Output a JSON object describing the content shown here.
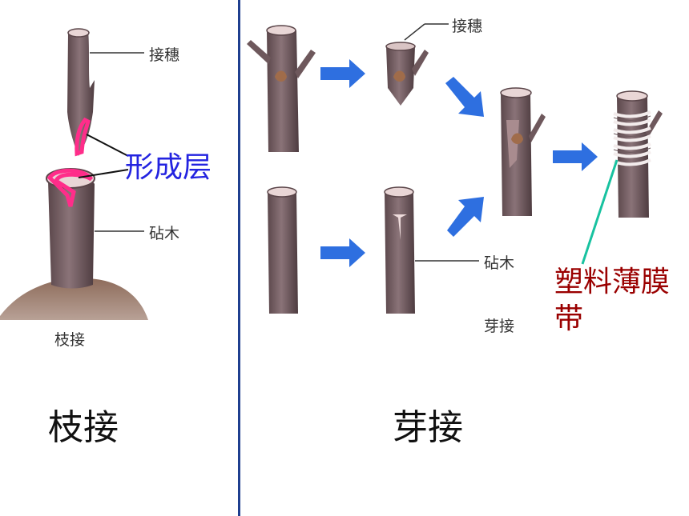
{
  "left_panel": {
    "scion_label": "接穗",
    "cambium_label": "形成层",
    "rootstock_label": "砧木",
    "caption_small": "枝接",
    "caption_big": "枝接"
  },
  "right_panel": {
    "scion_label": "接穗",
    "rootstock_label": "砧木",
    "caption_small": "芽接",
    "film_label": "塑料薄膜带",
    "caption_big": "芽接"
  },
  "colors": {
    "bark": "#7b6469",
    "bark_dark": "#5a4549",
    "arrow": "#2e6fe0",
    "cambium": "#ff2d8a",
    "divider": "#1f3f8f",
    "film_pointer": "#18c2a0",
    "soil": "#8a6a5a"
  }
}
